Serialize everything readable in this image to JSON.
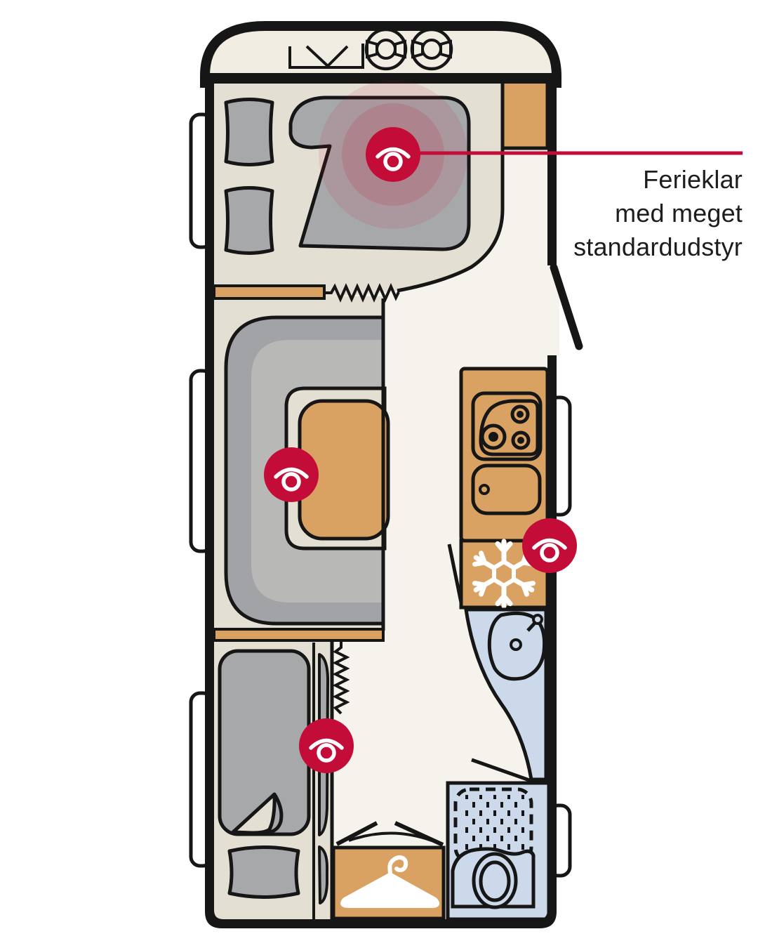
{
  "annotation": {
    "line1": "Ferieklar",
    "line2": "med meget",
    "line3": "standardudstyr"
  },
  "colors": {
    "accent_red": "#c30d38",
    "wood_tan": "#d9a263",
    "floor_beige": "#e4dfd3",
    "floor_white": "#f6f3ec",
    "front_cream": "#f1ede2",
    "furniture_gray": "#a7a8aa",
    "sofa_dark_gray": "#a2a3a6",
    "sofa_light_gray": "#b8b8b6",
    "bath_blue": "#ccd9eb",
    "outline_black": "#161616"
  },
  "hotspots": [
    {
      "id": "front-bed",
      "icon": "eye-icon"
    },
    {
      "id": "dinette",
      "icon": "eye-icon"
    },
    {
      "id": "fridge",
      "icon": "eye-icon"
    },
    {
      "id": "rear-bed",
      "icon": "eye-icon"
    }
  ]
}
